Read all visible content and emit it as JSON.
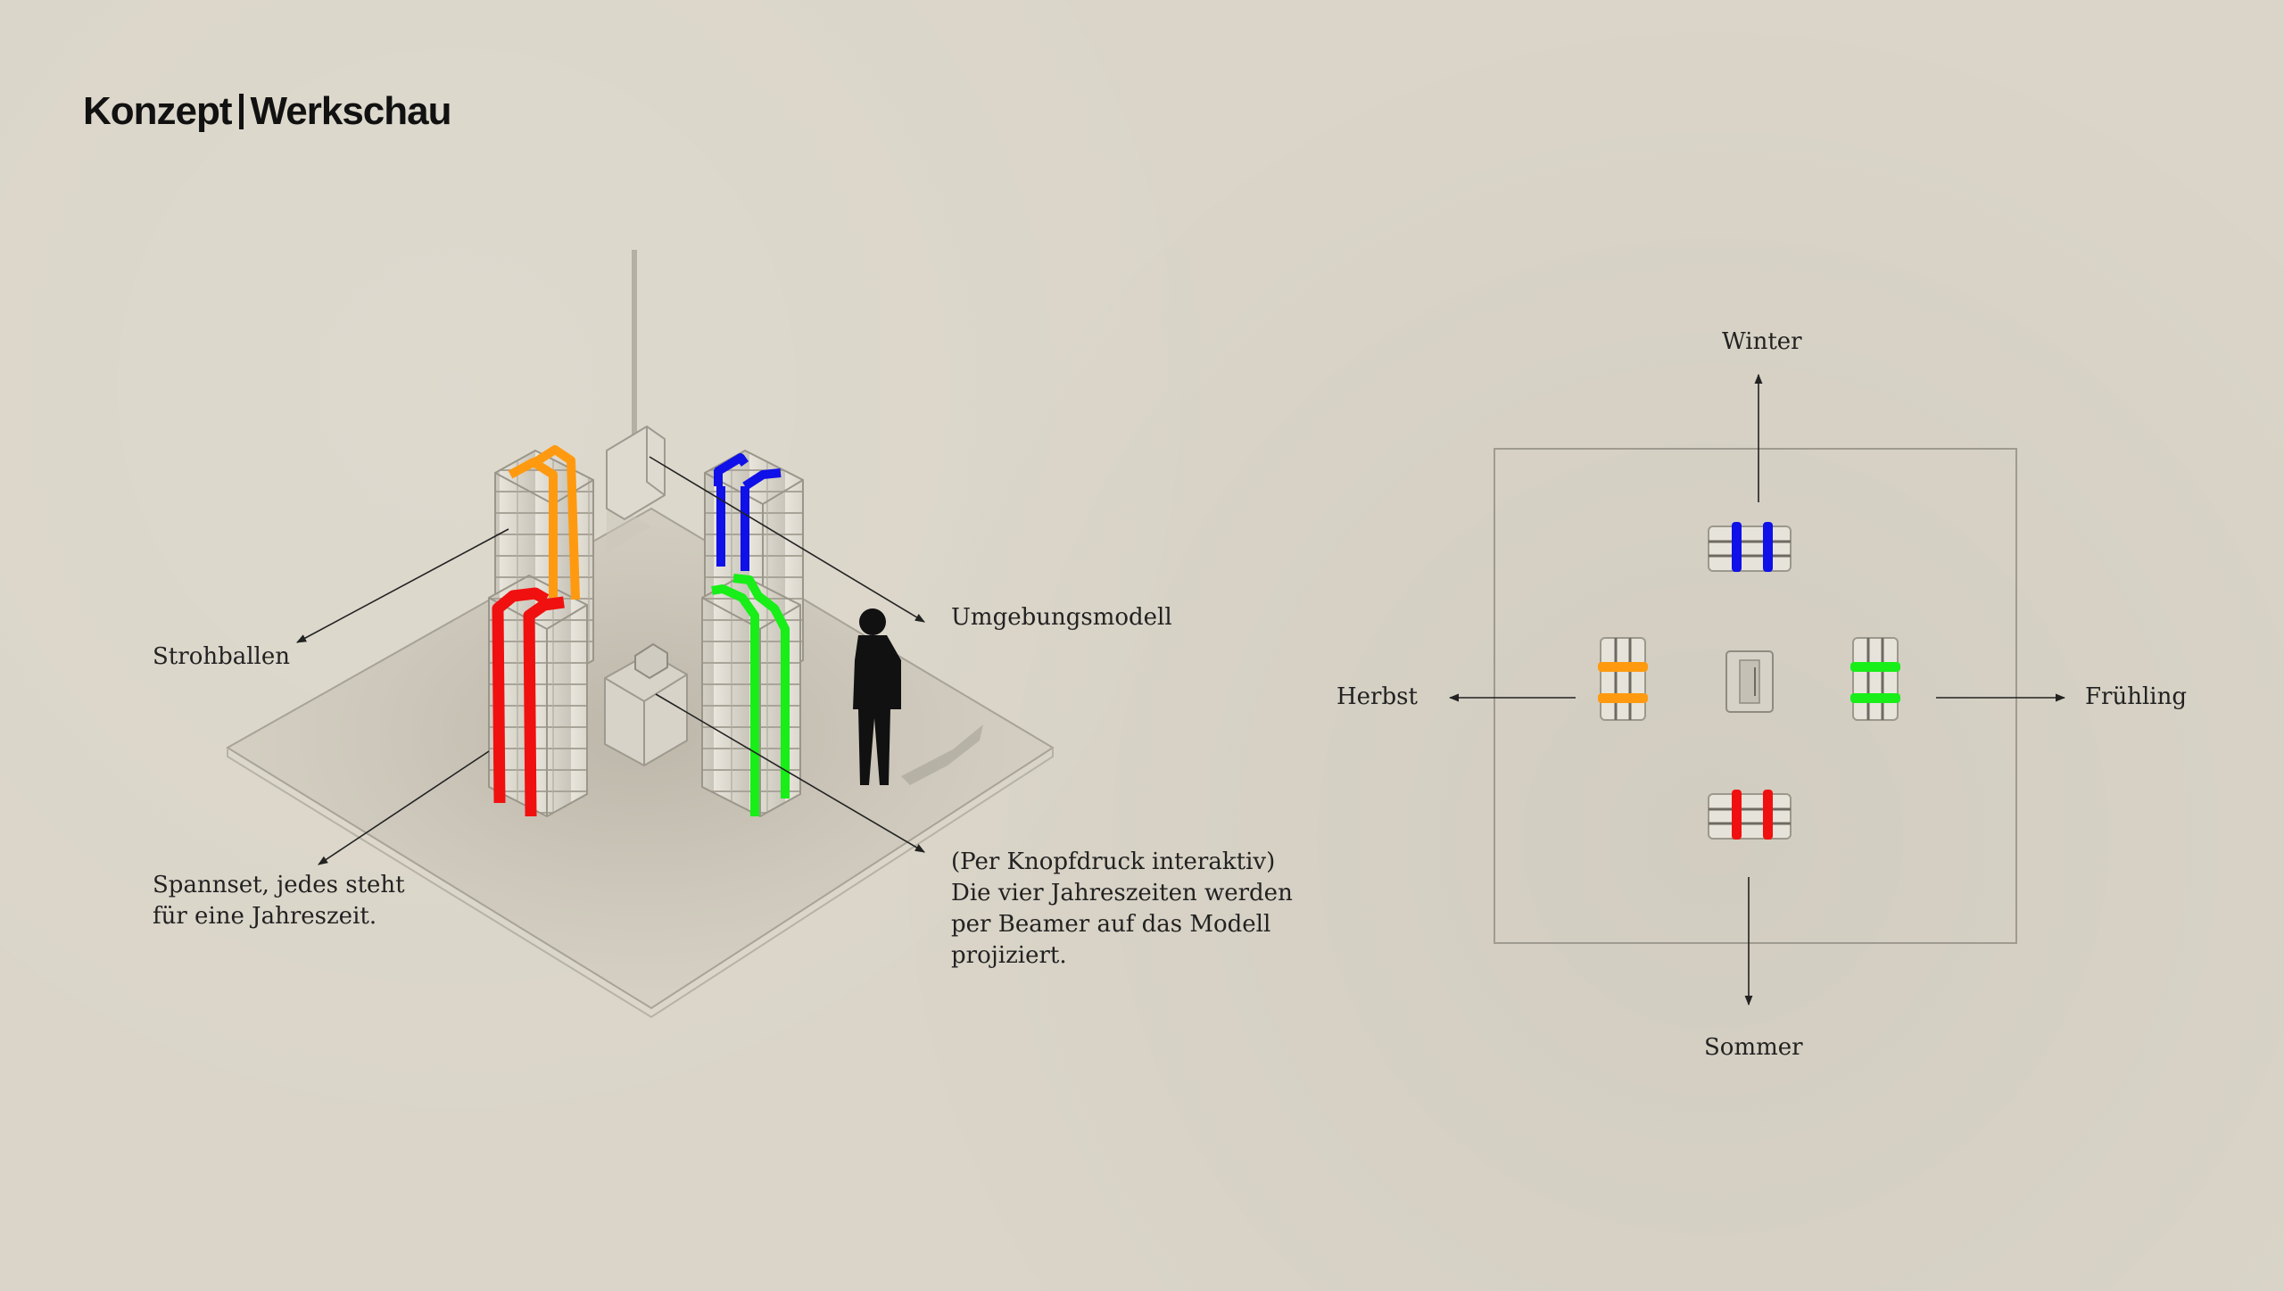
{
  "header": {
    "title_left": "Konzept",
    "title_right": "Werkschau"
  },
  "isometric": {
    "labels": {
      "strohballen": "Strohballen",
      "umgebungsmodell": "Umgebungsmodell",
      "spannset_line1": "Spannset, jedes steht",
      "spannset_line2": "für eine Jahreszeit.",
      "beamer_line1": "(Per Knopfdruck interaktiv)",
      "beamer_line2": "Die vier Jahreszeiten werden",
      "beamer_line3": "per Beamer auf das Modell",
      "beamer_line4": "projiziert."
    }
  },
  "plan": {
    "winter": "Winter",
    "herbst": "Herbst",
    "fruehling": "Frühling",
    "sommer": "Sommer"
  },
  "colors": {
    "winter": "#1010e8",
    "herbst": "#ff9a10",
    "fruehling": "#18ee18",
    "sommer": "#f01010",
    "background": "#dad5c8"
  }
}
